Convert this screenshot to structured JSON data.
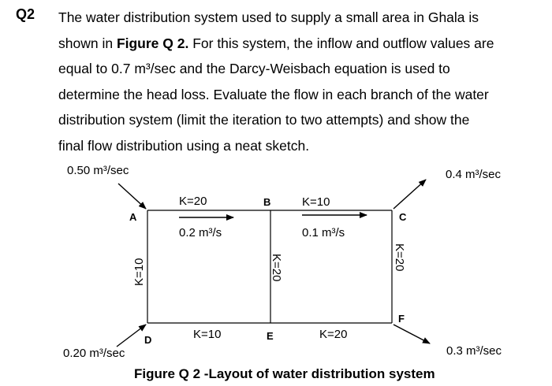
{
  "question": {
    "number": "Q2",
    "lines": [
      "The water distribution system used to supply a small area in Ghala is",
      [
        "shown in ",
        "Figure Q 2.",
        " For this system, the inflow and outflow values are"
      ],
      "equal to 0.7 m³/sec and the Darcy-Weisbach equation is used to",
      "determine the head loss. Evaluate the flow in each branch of the water",
      "distribution system (limit the iteration to two attempts) and show the",
      "final flow distribution using a neat sketch."
    ]
  },
  "figure": {
    "inflow_A": "0.50 m³/sec",
    "inflow_D": "0.20 m³/sec",
    "outflow_C": "0.4 m³/sec",
    "outflow_F": "0.3 m³/sec",
    "nodes": {
      "A": "A",
      "B": "B",
      "C": "C",
      "D": "D",
      "E": "E",
      "F": "F"
    },
    "pipes": {
      "AB_k": "K=20",
      "AB_q": "0.2 m³/s",
      "BC_k": "K=10",
      "BC_q": "0.1 m³/s",
      "AD_k": "K=10",
      "BE_k": "K=20",
      "CF_k": "K=20",
      "DE_k": "K=10",
      "EF_k": "K=20"
    },
    "caption": "Figure Q 2 -Layout of water distribution system"
  }
}
